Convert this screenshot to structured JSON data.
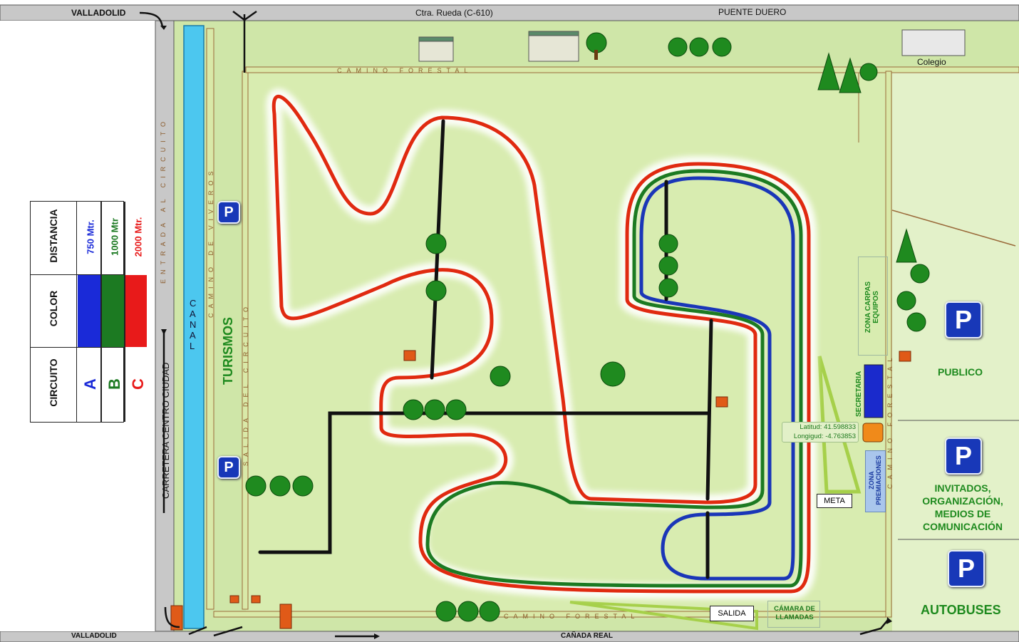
{
  "roads": {
    "valladolid_top": "VALLADOLID",
    "valladolid_bottom": "VALLADOLID",
    "ctra_rueda": "Ctra. Rueda (C-610)",
    "puente_duero": "PUENTE DUERO",
    "canada_real": "CAÑADA REAL",
    "carretera_centro": "CARRETERA CENTRO CIUDAD"
  },
  "places": {
    "colegio": "Colegio",
    "canal": "CANAL"
  },
  "paths": {
    "camino_forestal": "CAMINO FORESTAL",
    "entrada_circuito": "ENTRADA AL CIRCUITO",
    "camino_viveros": "CAMINO DE VIVEROS",
    "salida_circuito": "SALIDA DEL CIRCUITO"
  },
  "parking": {
    "p": "P",
    "turismos": "TURISMOS",
    "publico": "PUBLICO",
    "invitados": "INVITADOS, ORGANIZACIÓN, MEDIOS DE COMUNICACIÓN",
    "autobuses": "AUTOBUSES"
  },
  "zones": {
    "carpas": "ZONA CARPAS EQUIPOS",
    "secretaria": "SECRETARIA",
    "premiaciones": "ZONA PREMIACIONES",
    "meta": "META",
    "salida": "SALIDA",
    "camara_llamadas": "CÁMARA DE LLAMADAS"
  },
  "coords": {
    "latitud": "Latitud: 41.598833",
    "longitud": "Longigud: -4.763853"
  },
  "legend": {
    "headers": [
      "DISTANCIA",
      "COLOR",
      "CIRCUITO"
    ],
    "rows": [
      {
        "circuit": "A",
        "distance": "750 Mtr.",
        "color": "#1a2ad8"
      },
      {
        "circuit": "B",
        "distance": "1000 Mtr",
        "color": "#1c7a22"
      },
      {
        "circuit": "C",
        "distance": "2000 Mtr.",
        "color": "#e81a1a"
      }
    ]
  }
}
